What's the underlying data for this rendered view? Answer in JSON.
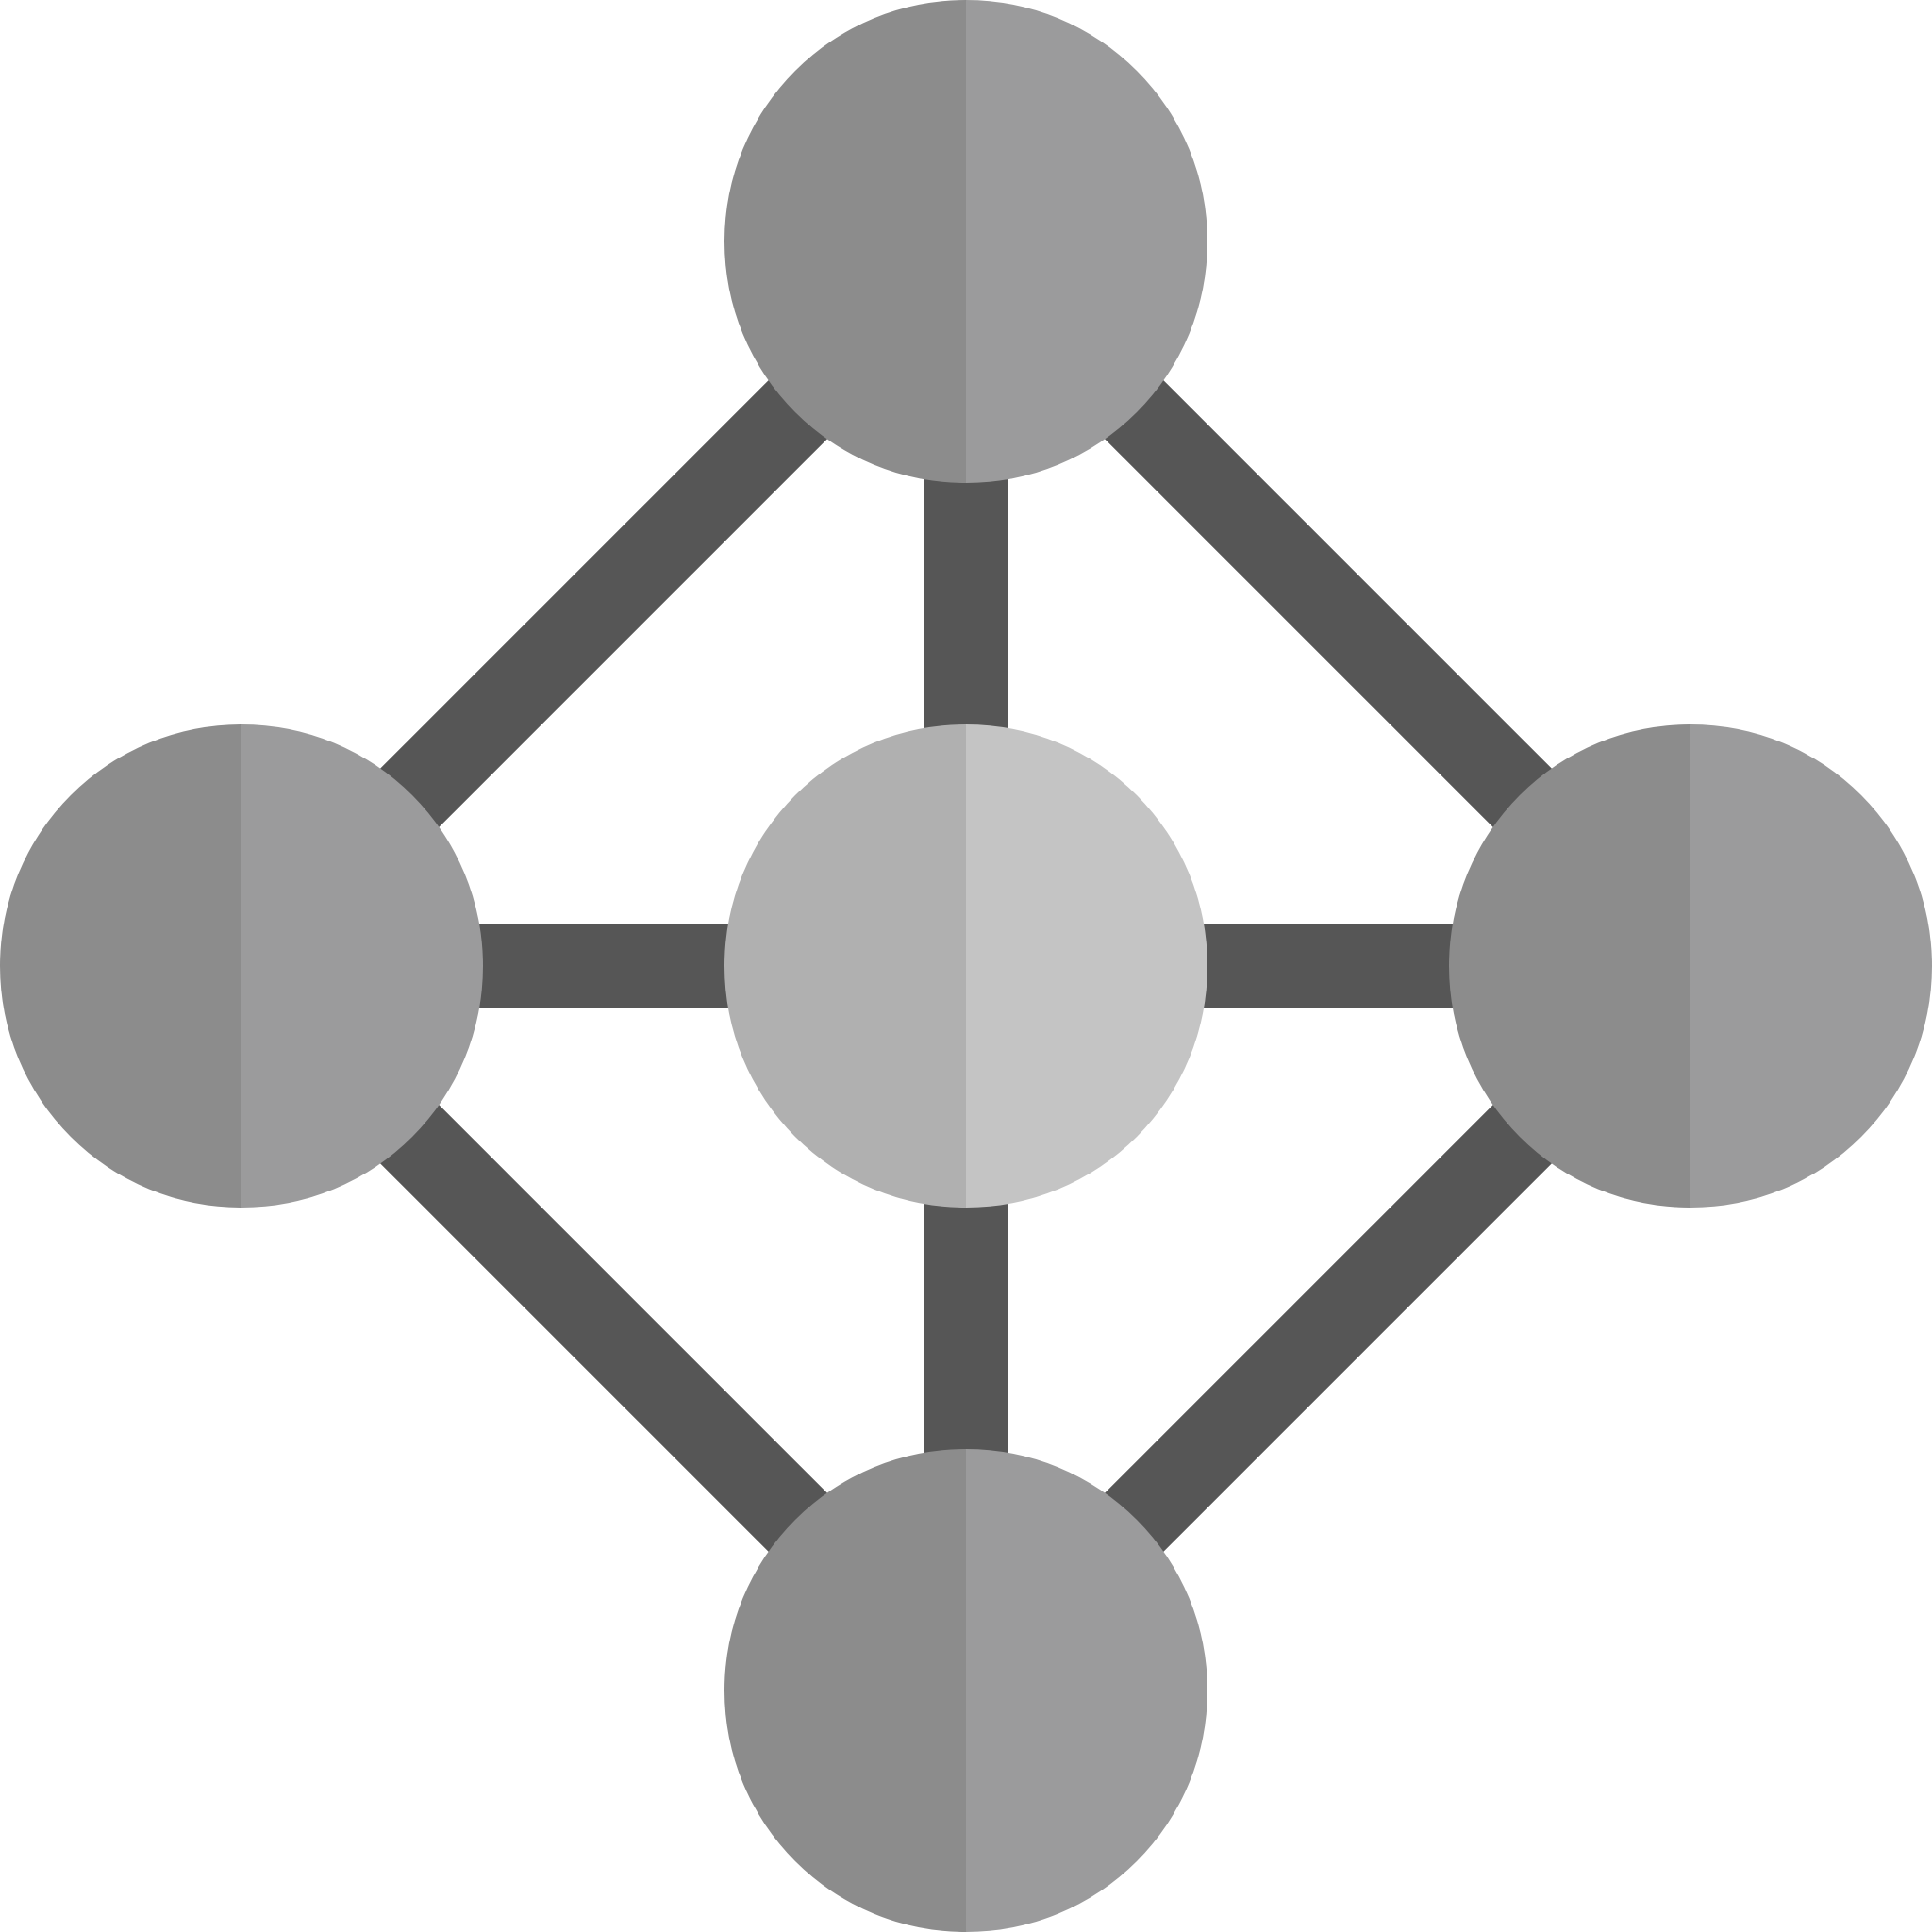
{
  "icon": {
    "name": "network-icon",
    "description_visible_text": ""
  },
  "colors": {
    "background": "#ffffff",
    "edge": "#565656",
    "outer_node_left_half": "#8c8c8c",
    "outer_node_right_half": "#9b9b9c",
    "center_node_left_half": "#b0b0b0",
    "center_node_right_half": "#c4c4c4"
  },
  "nodes": [
    {
      "id": "top",
      "role": "outer"
    },
    {
      "id": "left",
      "role": "outer"
    },
    {
      "id": "center",
      "role": "center"
    },
    {
      "id": "right",
      "role": "outer"
    },
    {
      "id": "bottom",
      "role": "outer"
    }
  ],
  "edges": [
    [
      "top",
      "left"
    ],
    [
      "top",
      "right"
    ],
    [
      "bottom",
      "left"
    ],
    [
      "bottom",
      "right"
    ],
    [
      "top",
      "center"
    ],
    [
      "bottom",
      "center"
    ],
    [
      "left",
      "center"
    ],
    [
      "right",
      "center"
    ]
  ]
}
